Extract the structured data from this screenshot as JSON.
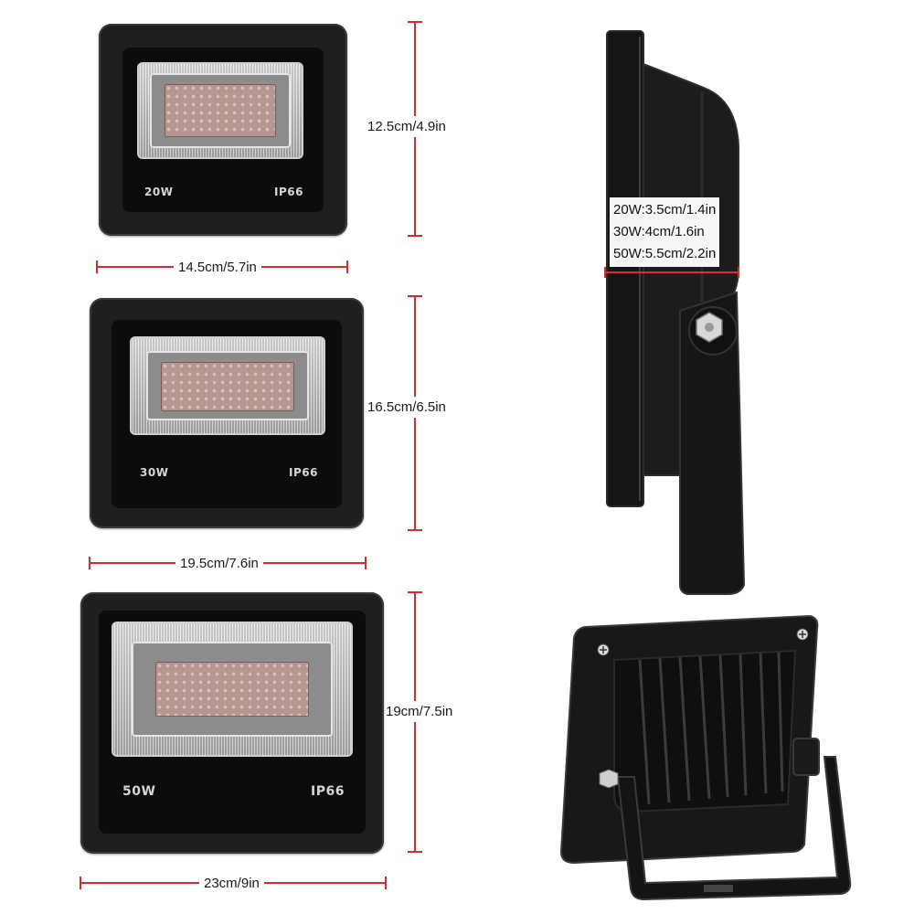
{
  "lamps": {
    "w20": {
      "power": "20W",
      "rating": "IP66",
      "height": "12.5cm/4.9in",
      "width": "14.5cm/5.7in"
    },
    "w30": {
      "power": "30W",
      "rating": "IP66",
      "height": "16.5cm/6.5in",
      "width": "19.5cm/7.6in"
    },
    "w50": {
      "power": "50W",
      "rating": "IP66",
      "height": "19cm/7.5in",
      "width": "23cm/9in"
    }
  },
  "side_depth": [
    "20W:3.5cm/1.4in",
    "30W:4cm/1.6in",
    "50W:5.5cm/2.2in"
  ],
  "colors": {
    "dimension_line": "#e0282d",
    "housing": "#1f1f1f",
    "led_panel": "#b59690"
  }
}
